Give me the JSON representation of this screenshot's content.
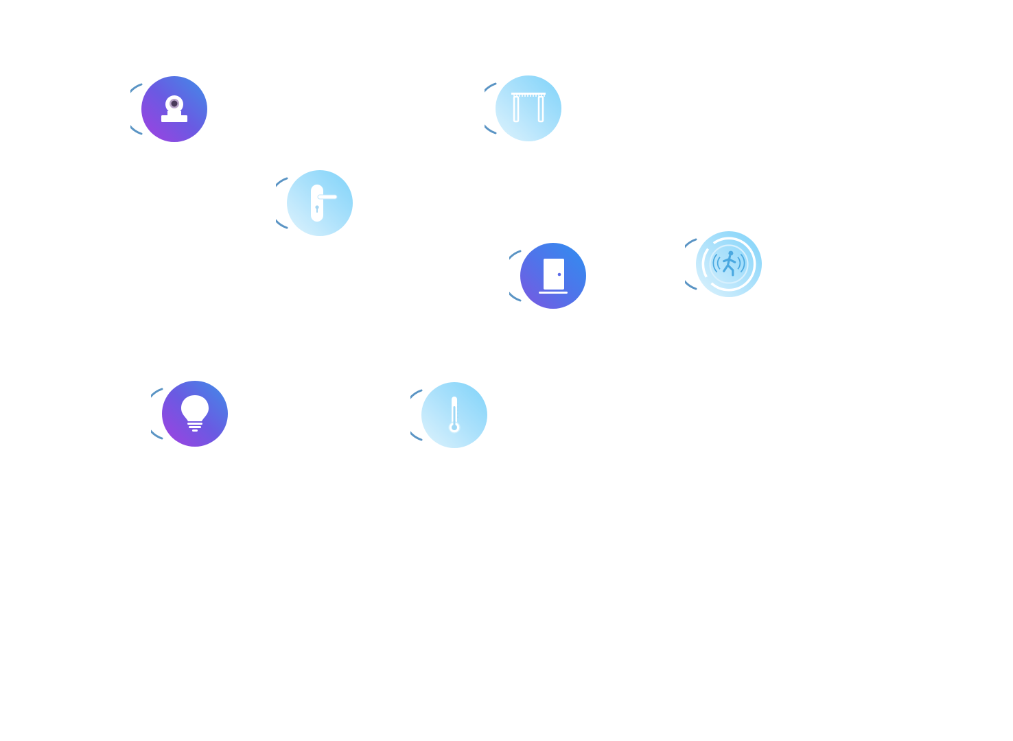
{
  "scene": {
    "background": "#ffffff",
    "wave_color": "#5a94c4",
    "devices": [
      {
        "id": "camera",
        "icon": "camera-icon",
        "style": "purple"
      },
      {
        "id": "curtain",
        "icon": "curtain-icon",
        "style": "light"
      },
      {
        "id": "door-lock",
        "icon": "door-handle-icon",
        "style": "light"
      },
      {
        "id": "door-sensor",
        "icon": "door-icon",
        "style": "blue"
      },
      {
        "id": "motion-sensor",
        "icon": "motion-sensor-icon",
        "style": "light"
      },
      {
        "id": "light-bulb",
        "icon": "light-bulb-icon",
        "style": "purple"
      },
      {
        "id": "thermometer",
        "icon": "thermometer-icon",
        "style": "light"
      }
    ]
  }
}
